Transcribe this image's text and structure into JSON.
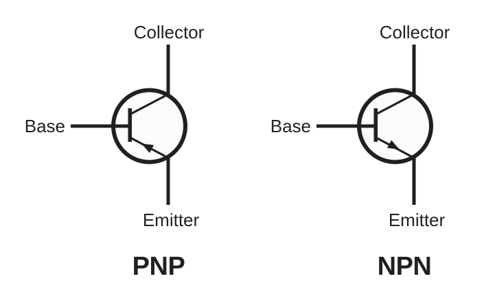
{
  "figure": {
    "background_color": "#ffffff",
    "ink_color": "#231f20",
    "stipple_color": "#d9d9d9",
    "transistors": [
      {
        "id": "pnp",
        "type_label": "PNP",
        "terminals": {
          "collector": "Collector",
          "base": "Base",
          "emitter": "Emitter"
        },
        "emitter_arrow": "points-in-toward-base"
      },
      {
        "id": "npn",
        "type_label": "NPN",
        "terminals": {
          "collector": "Collector",
          "base": "Base",
          "emitter": "Emitter"
        },
        "emitter_arrow": "points-out-from-base"
      }
    ]
  }
}
